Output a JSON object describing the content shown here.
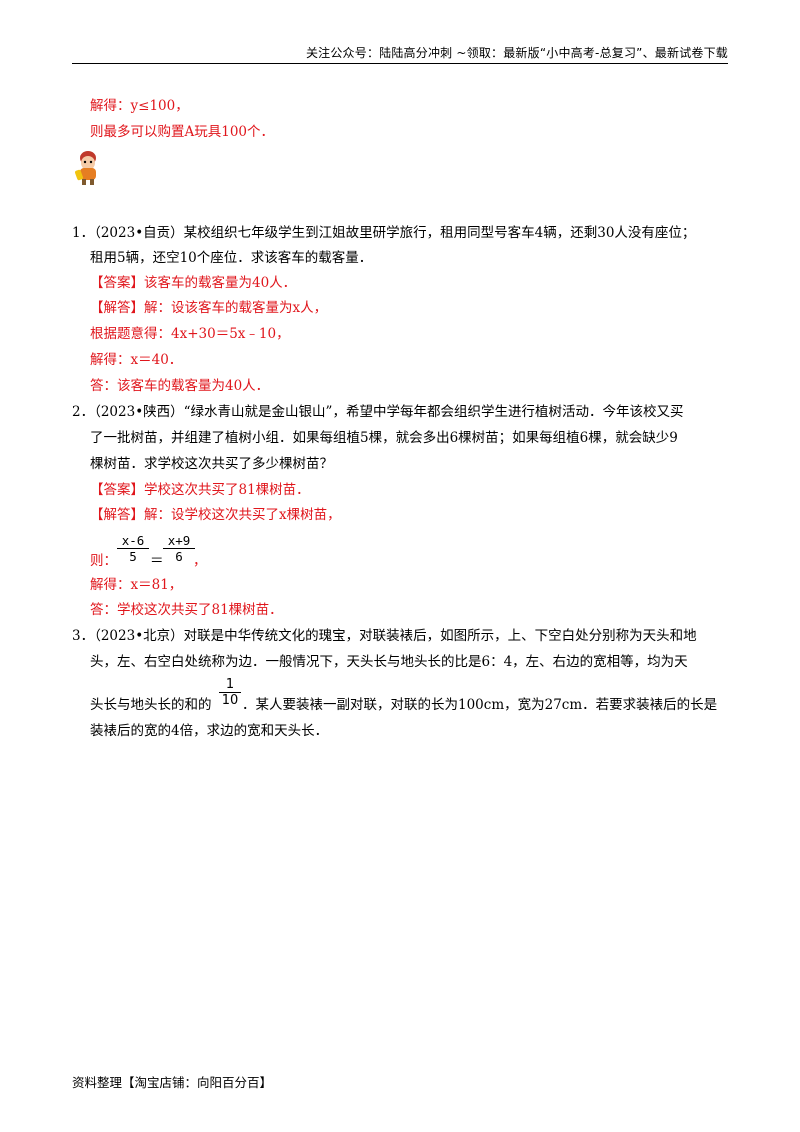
{
  "header": {
    "text": "关注公众号：陆陆高分冲刺 ~领取：最新版“小中高考-总复习”、最新试卷下载"
  },
  "intro": {
    "line1": "解得：y≤100，",
    "line2": "则最多可以购置A玩具100个．"
  },
  "q1": {
    "line1": "1．（2023•自贡）某校组织七年级学生到江姐故里研学旅行，租用同型号客车4辆，还剩30人没有座位；",
    "line2": "租用5辆，还空10个座位．求该客车的载客量．",
    "answer": "【答案】该客车的载客量为40人．",
    "solution": "【解答】解：设该客车的载客量为x人，",
    "eq": "根据题意得：4x+30＝5x﹣10，",
    "result": "解得：x＝40．",
    "conclusion": "答：该客车的载客量为40人．"
  },
  "q2": {
    "line1": "2．（2023•陕西）“绿水青山就是金山银山”，希望中学每年都会组织学生进行植树活动．今年该校又买",
    "line2": "了一批树苗，并组建了植树小组．如果每组植5棵，就会多出6棵树苗；如果每组植6棵，就会缺少9",
    "line3": "棵树苗．求学校这次共买了多少棵树苗？",
    "answer": "【答案】学校这次共买了81棵树苗．",
    "solution": "【解答】解：设学校这次共买了x棵树苗，",
    "eq_prefix": "则：",
    "frac1_num": "x-6",
    "frac1_den": "5",
    "eq_sign": "＝",
    "frac2_num": "x+9",
    "frac2_den": "6",
    "eq_suffix": "，",
    "result": "解得：x＝81，",
    "conclusion": "答：学校这次共买了81棵树苗．"
  },
  "q3": {
    "line1": "3．（2023•北京）对联是中华传统文化的瑰宝，对联装裱后，如图所示，上、下空白处分别称为天头和地",
    "line2": "头，左、右空白处统称为边．一般情况下，天头长与地头长的比是6：4，左、右边的宽相等，均为天",
    "line3_pre": "头长与地头长的和的",
    "frac_num": "1",
    "frac_den": "10",
    "line3_post": "．某人要装裱一副对联，对联的长为100cm，宽为27cm．若要求装裱后的长是",
    "line4": "装裱后的宽的4倍，求边的宽和天头长．"
  },
  "footer": {
    "text": "资料整理【淘宝店铺：向阳百分百】"
  }
}
